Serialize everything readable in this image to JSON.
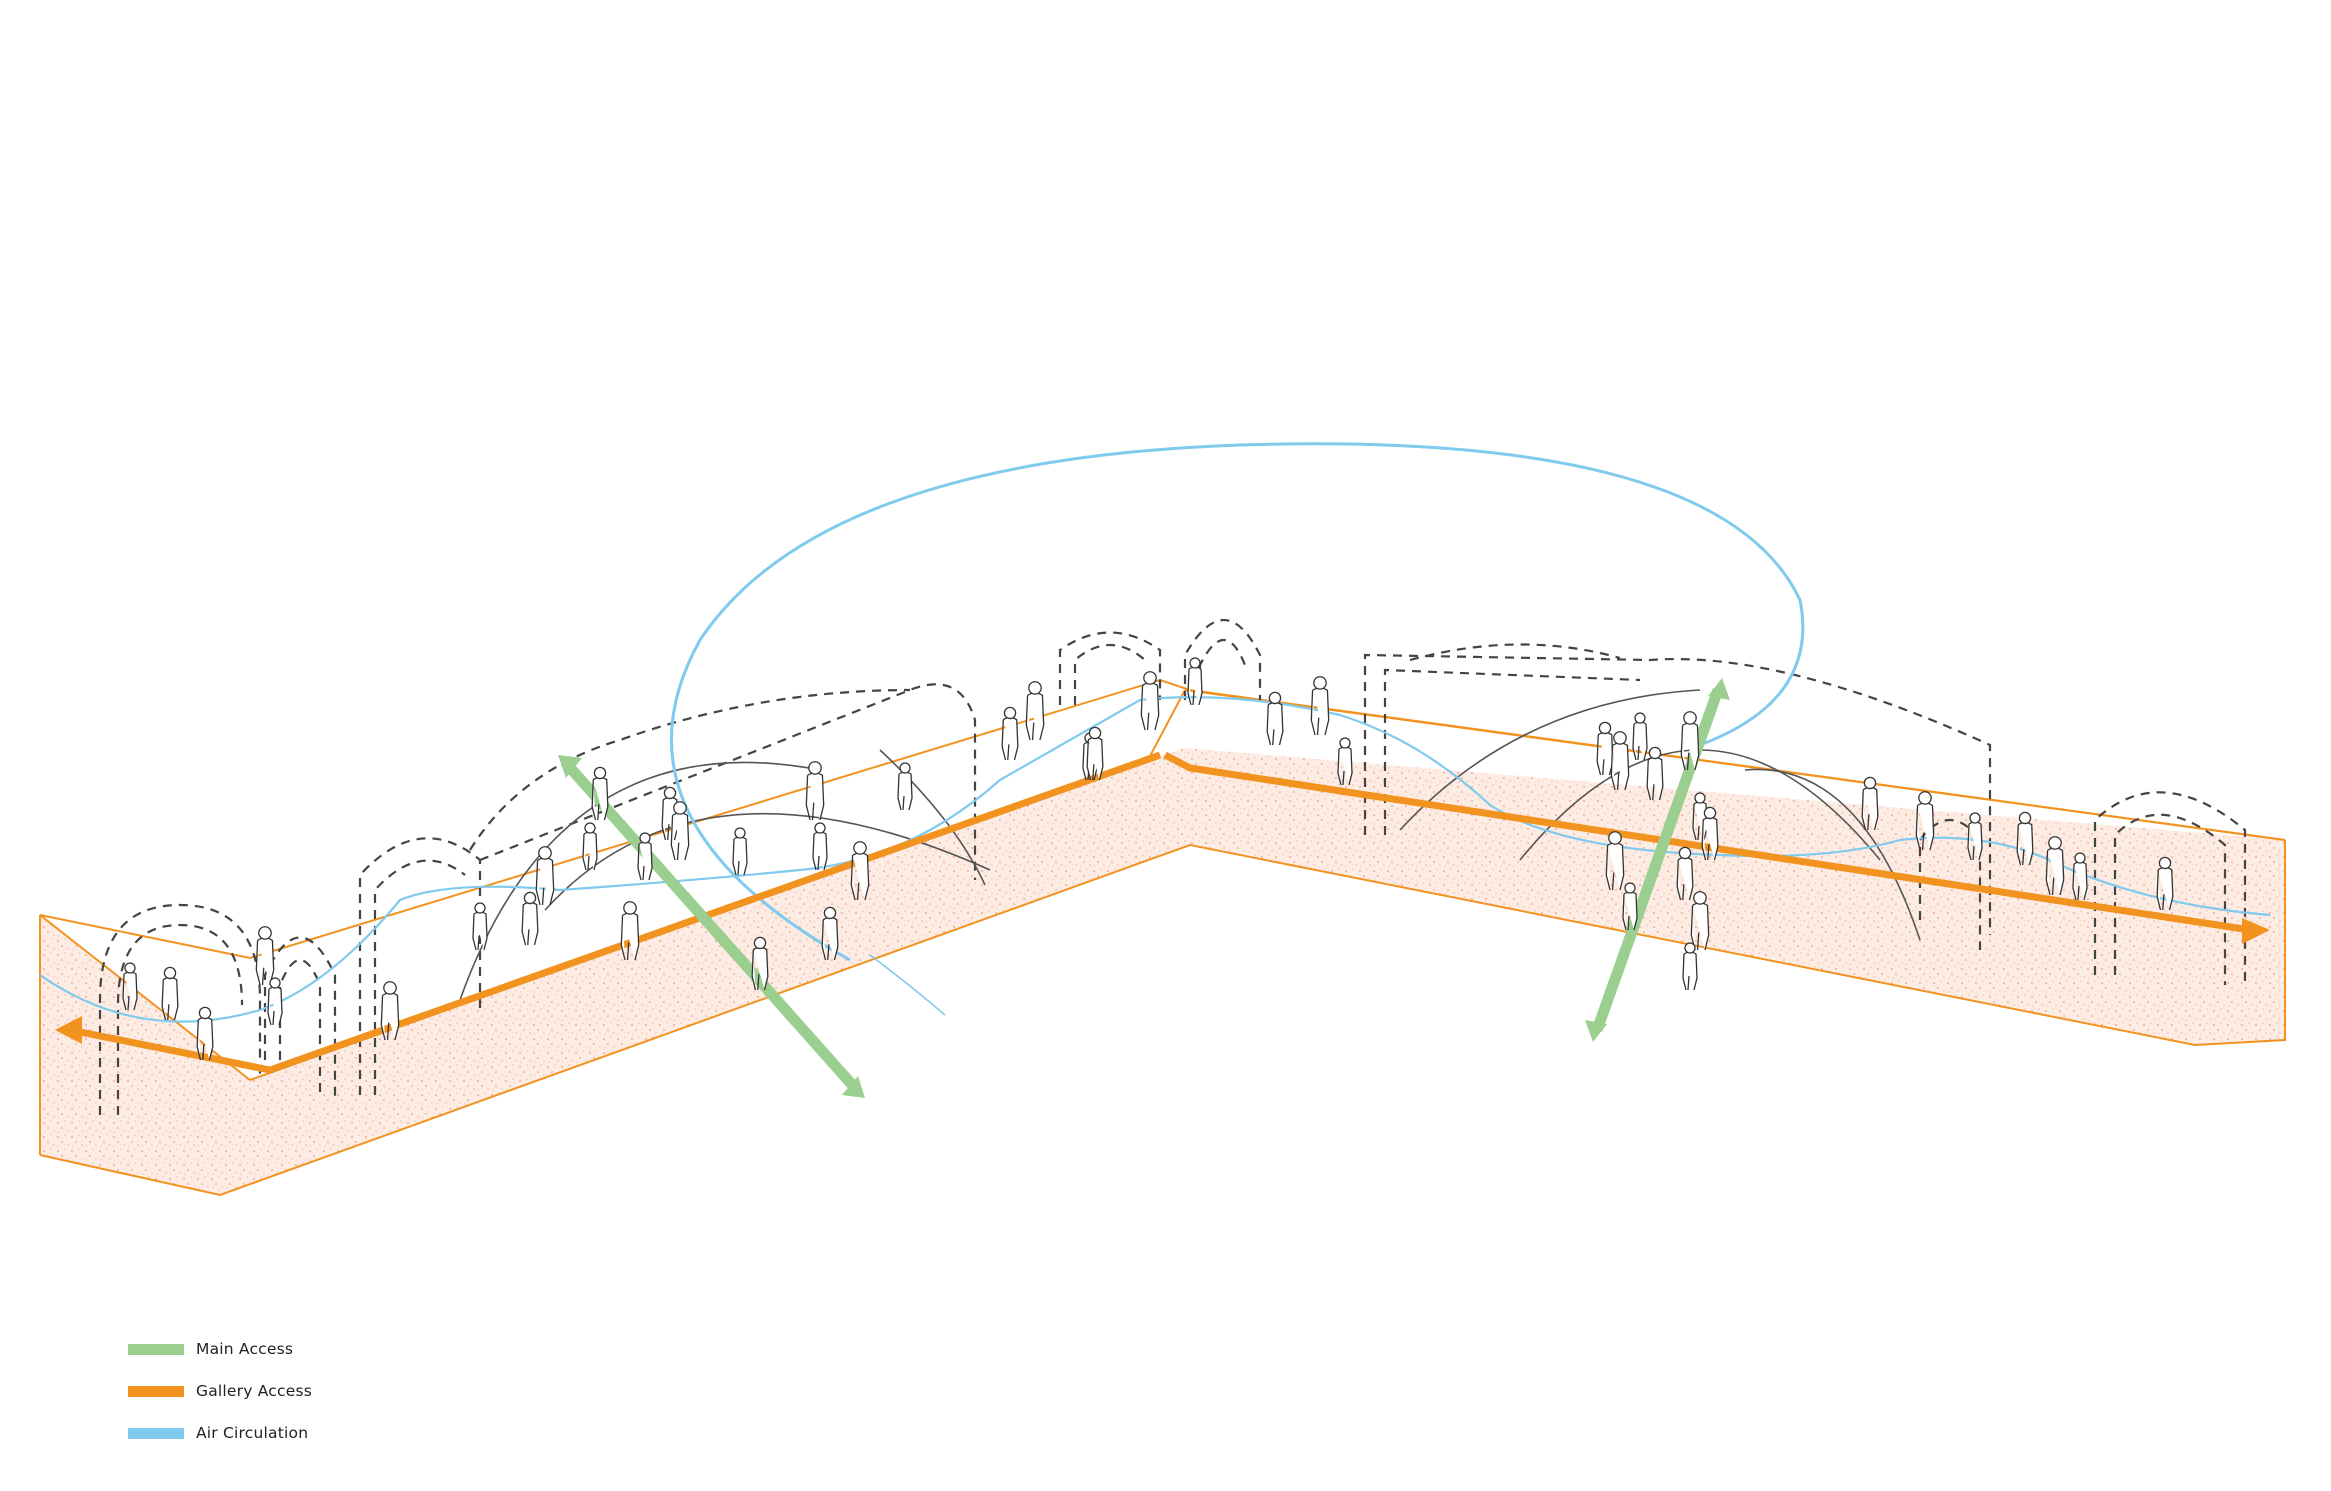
{
  "legend": {
    "items": [
      {
        "label": "Main Access",
        "color": "#9bcf8f"
      },
      {
        "label": "Gallery Access",
        "color": "#f2921f"
      },
      {
        "label": "Air Circulation",
        "color": "#7fcaee"
      }
    ]
  },
  "colors": {
    "ground_outline": "#f2921f",
    "ground_fill": "#fde8dc",
    "ground_speckle": "#ee9a7e",
    "structure_dash": "#444444",
    "person": "#333333"
  }
}
